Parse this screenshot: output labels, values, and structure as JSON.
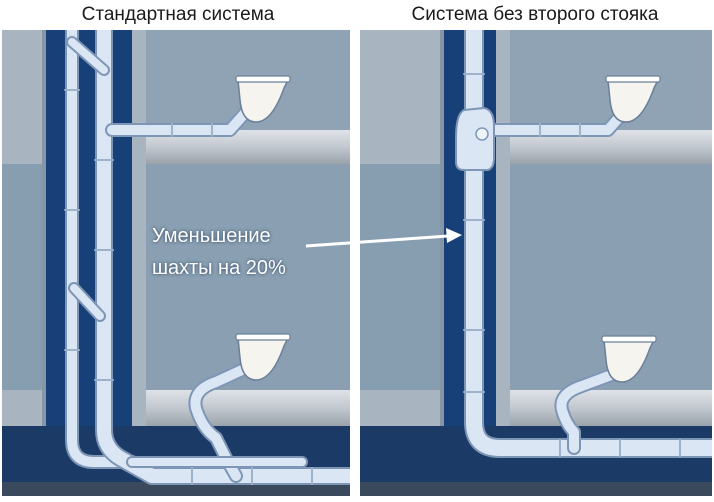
{
  "panels": {
    "left": {
      "title": "Стандартная система"
    },
    "right": {
      "title": "Система без второго стояка"
    }
  },
  "callout": {
    "line1": "Уменьшение",
    "line2": "шахты на 20%"
  },
  "colors": {
    "shaft_dark": "#173f78",
    "floor_slab": "#b8bcc2",
    "wall": "#91a4b5",
    "pipe": "#dbe6f4",
    "pipe_outline": "#7e96b6",
    "fixture": "#f6f4ef"
  },
  "icons": {
    "fixture": "wall-hung-toilet",
    "pointer": "arrow-right"
  }
}
